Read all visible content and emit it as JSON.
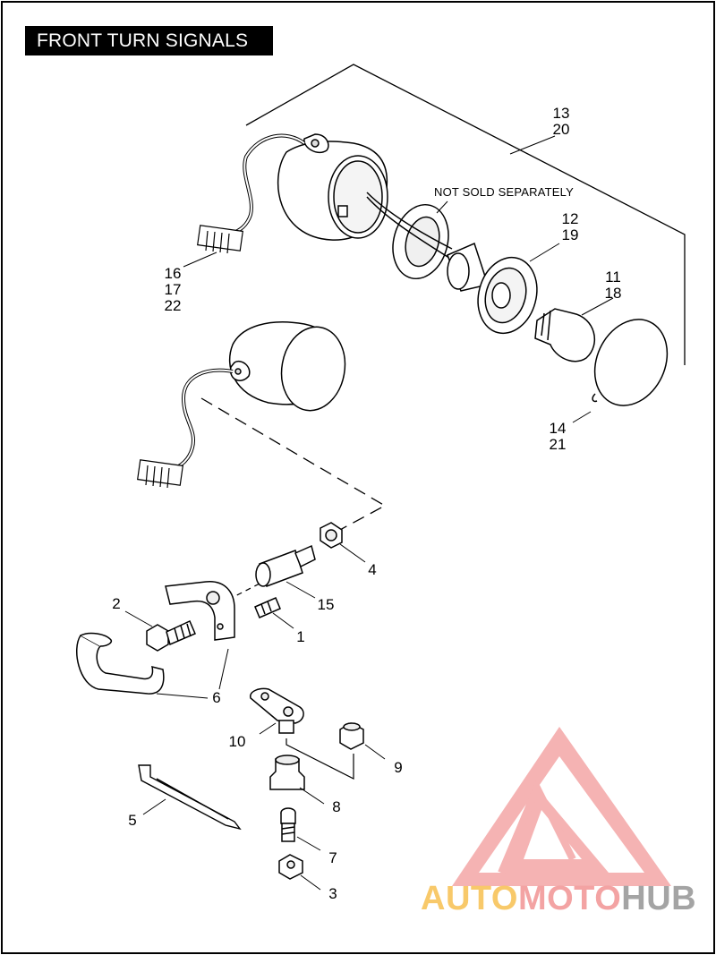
{
  "title": "FRONT TURN SIGNALS",
  "note": "NOT SOLD SEPARATELY",
  "callouts": {
    "c1": "1",
    "c2": "2",
    "c3": "3",
    "c4": "4",
    "c5": "5",
    "c6": "6",
    "c7": "7",
    "c8": "8",
    "c9": "9",
    "c10": "10",
    "c11_18": "11\n18",
    "c12_19": "12\n19",
    "c13_20": "13\n20",
    "c14_21": "14\n21",
    "c15": "15",
    "c16_17_22": "16\n17\n22"
  },
  "watermark": {
    "part1": "AUTO",
    "part2": "MOTO",
    "part3": "HUB",
    "color1": "#f8c45a",
    "color2": "#f29a9a",
    "color3": "#9b9b9b"
  }
}
